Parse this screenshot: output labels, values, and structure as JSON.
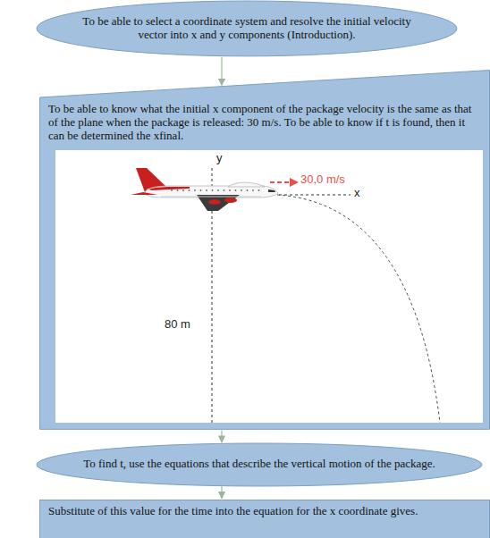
{
  "diagram": {
    "nodes": [
      {
        "text": [
          "To be able to select a coordinate system and resolve the initial velocity vector into x and y components (Introduction)."
        ]
      },
      {
        "text": [
          "To be able to know what the initial x component of the package velocity is the same as that of the plane when the package is released: 30 m/s. To be able to know if t is found, then it can be determined the xfinal."
        ]
      },
      {
        "text": [
          "To find t, use the equations that describe the vertical motion of the package."
        ]
      },
      {
        "text": [
          "Substitute of this value for the time into the equation for the x coordinate gives."
        ]
      }
    ],
    "edges": [
      {
        "from": 0,
        "to": 1,
        "arrow": "to"
      },
      {
        "from": 1,
        "to": 2,
        "arrow": "to"
      },
      {
        "from": 2,
        "to": 3,
        "arrow": "to"
      }
    ],
    "labels": [
      "y",
      "30,0 m/s",
      "x",
      "80 m"
    ]
  }
}
